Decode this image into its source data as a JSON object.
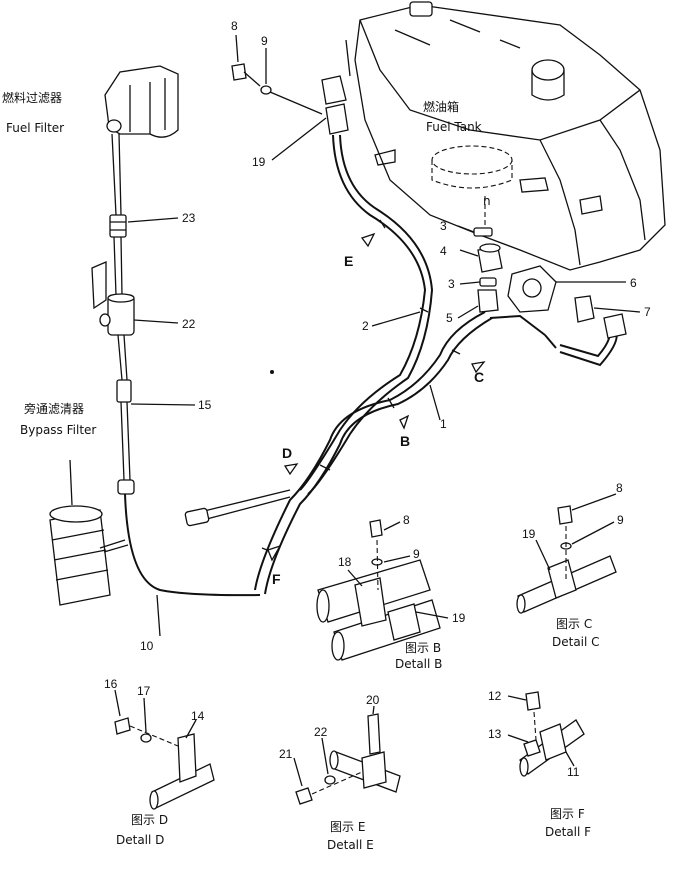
{
  "labels": {
    "fuel_filter_cn": "燃料过滤器",
    "fuel_filter_en": "Fuel Filter",
    "fuel_tank_cn": "燃油箱",
    "fuel_tank_en": "Fuel Tank",
    "bypass_filter_cn": "旁通滤清器",
    "bypass_filter_en": "Bypass Filter",
    "detail_b_cn": "图示 B",
    "detail_b_en": "Detall B",
    "detail_c_cn": "图示 C",
    "detail_c_en": "Detail C",
    "detail_d_cn": "图示 D",
    "detail_d_en": "Detall D",
    "detail_e_cn": "图示 E",
    "detail_e_en": "Detall E",
    "detail_f_cn": "图示 F",
    "detail_f_en": "Detall F"
  },
  "view_letters": {
    "b": "B",
    "c": "C",
    "d": "D",
    "e": "E",
    "f": "F",
    "tank_mark": "n"
  },
  "parts": {
    "p1": "1",
    "p2": "2",
    "p3a": "3",
    "p3b": "3",
    "p4": "4",
    "p5": "5",
    "p6": "6",
    "p7": "7",
    "p8_top": "8",
    "p9_top": "9",
    "p19_top": "19",
    "p23": "23",
    "p22": "22",
    "p15": "15",
    "p10": "10",
    "p8_b": "8",
    "p9_b": "9",
    "p18_b": "18",
    "p19_b": "19",
    "p8_c": "8",
    "p9_c": "9",
    "p19_c": "19",
    "p16_d": "16",
    "p17_d": "17",
    "p14_d": "14",
    "p20_e": "20",
    "p22_e": "22",
    "p21_e": "21",
    "p12_f": "12",
    "p13_f": "13",
    "p11_f": "11"
  }
}
